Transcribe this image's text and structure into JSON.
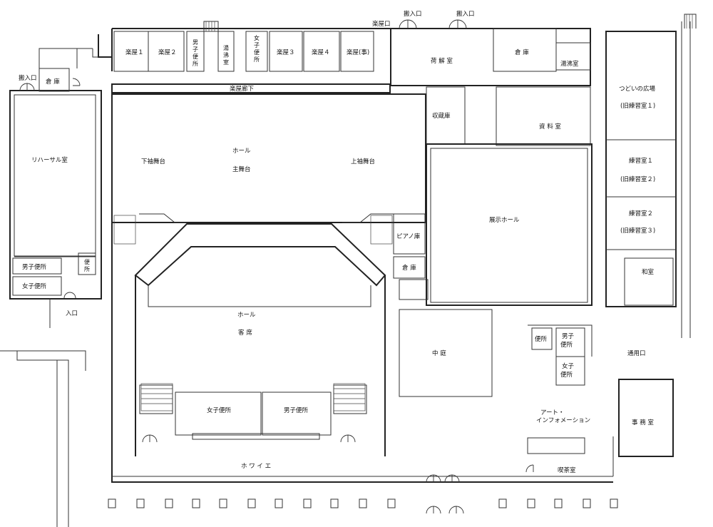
{
  "rooms": {
    "gakuya1": "楽屋１",
    "gakuya2": "楽屋２",
    "men_wc_top": [
      "男",
      "子",
      "便",
      "所"
    ],
    "yuwakashi": [
      "湯",
      "沸",
      "室"
    ],
    "women_wc_top": [
      "女",
      "子",
      "便",
      "所"
    ],
    "gakuya3": "楽屋３",
    "gakuya4": "楽屋４",
    "gakuya_jimu": "楽屋(事)",
    "gakuya_corridor": "楽屋廊下",
    "storage_topleft": "倉 庫",
    "rehearsal": "リハーサル室",
    "men_wc_left": "男子便所",
    "women_wc_left": "女子便所",
    "wc_left": [
      "便",
      "所"
    ],
    "entrance": "入口",
    "hall_stage_1": "ホール",
    "hall_stage_2": "主舞台",
    "shimo_sodebutai": "下袖舞台",
    "kami_sodebutai": "上袖舞台",
    "hall_seats_1": "ホール",
    "hall_seats_2": "客 席",
    "women_wc_center": "女子便所",
    "men_wc_center": "男子便所",
    "foyer": "ホ ワ イ エ",
    "nikai": "荷 解 室",
    "storage_top": "倉 庫",
    "yuwakashi2": "湯沸室",
    "shuzoko": "収蔵庫",
    "shiryo": "資 料 室",
    "exhibition": "展示ホール",
    "piano": "ピアノ庫",
    "storage_mid": "倉 庫",
    "courtyard": "中 庭",
    "tsudoi_1": "つどいの広場",
    "tsudoi_2": "(旧練習室１)",
    "practice1_1": "練習室１",
    "practice1_2": "(旧練習室２)",
    "practice2_1": "練習室２",
    "practice2_2": "(旧練習室３)",
    "washitsu": "和室",
    "wc_right": "便所",
    "men_wc_right": [
      "男子",
      "便所"
    ],
    "women_wc_right": [
      "女子",
      "便所"
    ],
    "tsuyoguchi": "通用口",
    "art_info_1": "アート・",
    "art_info_2": "インフォメーション",
    "office": "事 務 室",
    "cafe": "喫茶室",
    "hannyu_left": "搬入口",
    "gakuyaguchi": "楽屋口",
    "hannyu_top1": "搬入口",
    "hannyu_top2": "搬入口"
  }
}
